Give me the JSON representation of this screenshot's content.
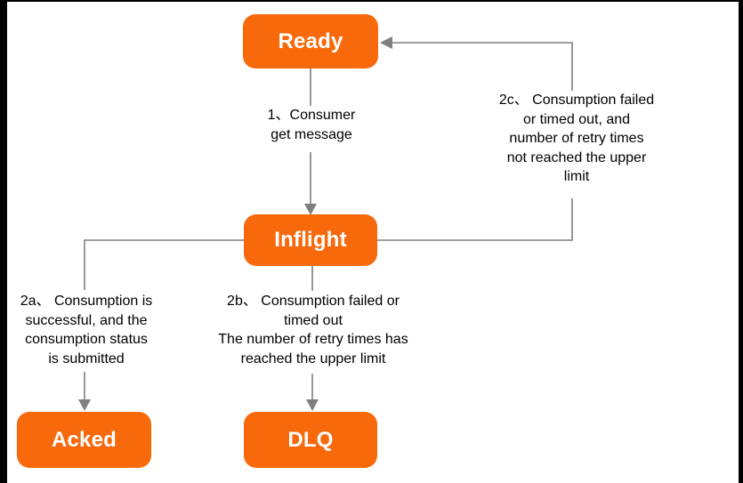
{
  "diagram": {
    "type": "flowchart",
    "background_color": "#ffffff",
    "frame_color": "#000000",
    "node_color": "#f8690b",
    "node_text_color": "#ffffff",
    "line_color": "#7f7f7f",
    "label_text_color": "#000000",
    "nodes": {
      "ready": {
        "label": "Ready"
      },
      "inflight": {
        "label": "Inflight"
      },
      "acked": {
        "label": "Acked"
      },
      "dlq": {
        "label": "DLQ"
      }
    },
    "edges": {
      "consume": {
        "from": "Ready",
        "to": "Inflight",
        "label": "1、Consumer\nget message"
      },
      "ack": {
        "from": "Inflight",
        "to": "Acked",
        "label": "2a、 Consumption is\nsuccessful, and the\nconsumption status\nis submitted"
      },
      "to_dlq": {
        "from": "Inflight",
        "to": "DLQ",
        "label": "2b、 Consumption failed or\ntimed out\nThe number of retry times has\nreached the upper limit"
      },
      "retry": {
        "from": "Inflight",
        "to": "Ready",
        "label": "2c、 Consumption failed\nor timed out, and\nnumber of retry times\nnot reached the upper\nlimit"
      }
    }
  }
}
